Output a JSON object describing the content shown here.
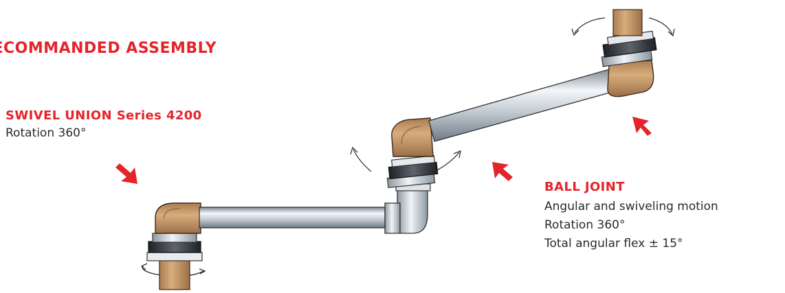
{
  "heading": "RECOMMANDED ASSEMBLY",
  "swivel_union": {
    "title": "SWIVEL UNION Series 4200",
    "lines": [
      "Rotation 360°"
    ]
  },
  "ball_joint": {
    "title": "BALL JOINT",
    "lines": [
      "Angular and swiveling motion",
      "Rotation 360°",
      "Total angular flex ± 15°"
    ]
  },
  "colors": {
    "accent_red": "#e3242b",
    "brass": "#c79a6a",
    "pipe_steel": "#b9c3cc",
    "nut_dark": "#2b2f33"
  },
  "icons": [
    "arrow-down-right-icon",
    "arrow-up-left-icon",
    "rotation-arrow-icon"
  ]
}
